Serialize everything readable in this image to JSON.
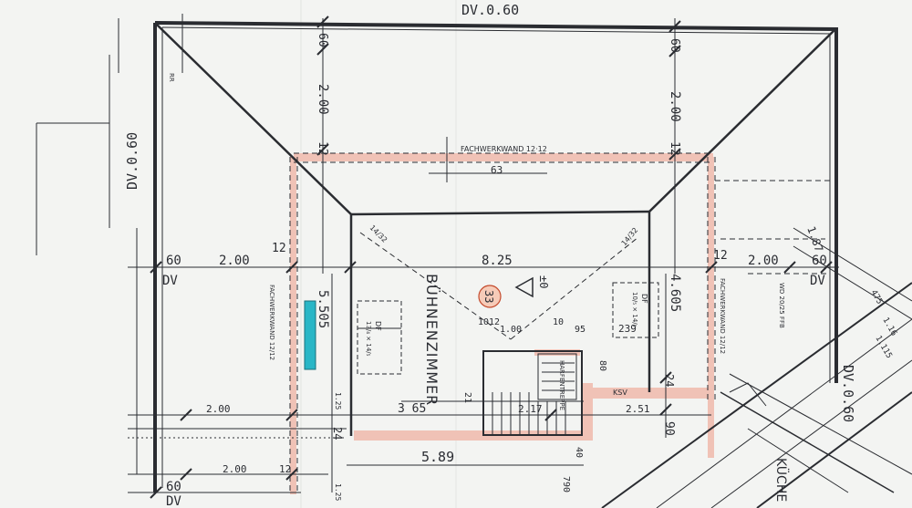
{
  "plan": {
    "top_label": "DV.0.60",
    "left_side_label": "DV.0.60",
    "right_side_label": "DV.0.60",
    "room_name": "BÜHNENZIMMER",
    "room_number": "33",
    "level_mark": "±0",
    "wall_label_top": "FACHWERKWAND 12·12",
    "wall_label_left": "FACHWERKWAND 12/12",
    "wall_label_right": "FACHWERKWAND 12/12",
    "stair_label": "HARFENTREPPE",
    "kitchen_label": "KÜCHE",
    "ksv_label": "KSV",
    "window_label_1": "DF",
    "window_size_1": "13/₄ × 14/₅",
    "window_label_2": "DF",
    "window_size_2": "10/₅ × 14/₅",
    "rr_label": "RR",
    "beam_label": "14/32",
    "beam_label_2": "14/32",
    "wd_label": "WD 20/25 FFB",
    "dims": {
      "span_825": "8.25",
      "left_200": "2.00",
      "right_200": "2.00",
      "left_60": "60",
      "right_60": "60",
      "dv_left": "DV",
      "dv_right": "DV",
      "dv_bottom": "DV",
      "top_60_left": "60",
      "top_60_right": "60",
      "v_200_left": "2.00",
      "v_200_right": "2.00",
      "v_12_left": "12",
      "v_12_right": "12",
      "h_12_left": "12",
      "h_12_right": "12",
      "v_550": "5.505",
      "v_460": "4.605",
      "d_63": "63",
      "d_187": "1.87",
      "d_365": "3 65",
      "d_589": "5.89",
      "d_200_low": "2.00",
      "d_217": "2.17",
      "d_251": "2.51",
      "d_90": "90",
      "d_24": "24",
      "d_24b": "24",
      "d_239": "239",
      "d_1012": "1012",
      "d_100": "1.00",
      "d_10": "10",
      "d_95": "95",
      "d_80": "80",
      "d_125": "1.25",
      "d_125b": "1.25",
      "d_475": "475",
      "d_116": "1.16",
      "d_1115": "1.115",
      "d_60_bottom": "60",
      "d_200_bottom": "2.00",
      "d_12_bottom": "12",
      "d_40": "40",
      "d_790": "790",
      "d_21": "21"
    }
  }
}
